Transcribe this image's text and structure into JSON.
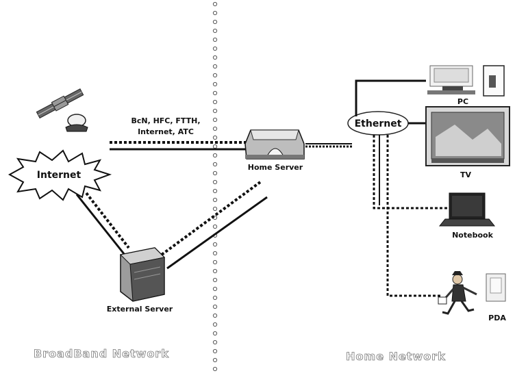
{
  "diagram": {
    "networks_label": "BcN, HFC, FTTH,\nInternet, ATC",
    "networks_line1": "BcN, HFC, FTTH,",
    "networks_line2": "Internet, ATC",
    "internet": "Internet",
    "home_server": "Home Server",
    "external_server": "External Server",
    "ethernet": "Ethernet",
    "pc": "PC",
    "tv": "TV",
    "notebook": "Notebook",
    "pda": "PDA",
    "broadband_network": "BroadBand Network",
    "home_network": "Home Network"
  }
}
